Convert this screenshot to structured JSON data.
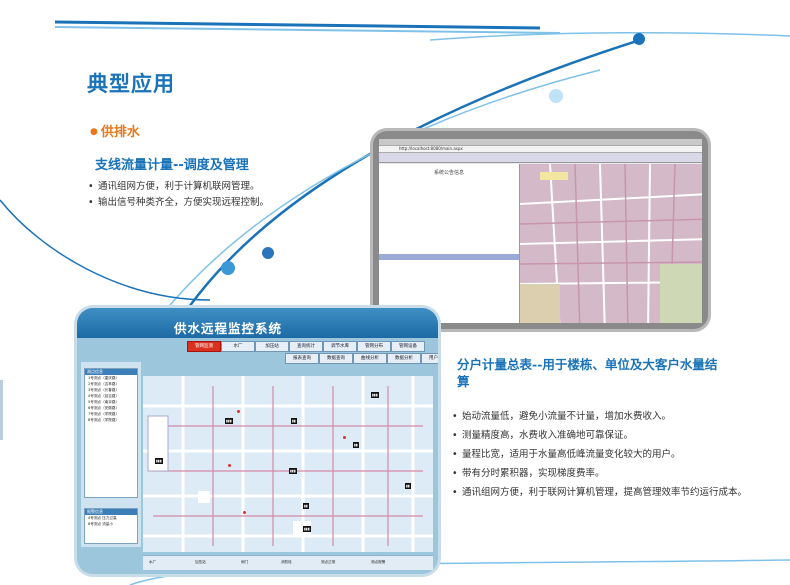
{
  "page": {
    "section_title": "典型应用",
    "category": "供排水",
    "sub1_title": "支线流量计量--调度及管理",
    "sub1_bullets": [
      "通讯组网方便，利于计算机联网管理。",
      "输出信号种类齐全，方便实现远程控制。"
    ],
    "sub2_title": "分户计量总表--用于楼栋、单位及大客户水量结算",
    "sub2_bullets": [
      "始动流量低，避免小流量不计量，增加水费收入。",
      "测量精度高，水费收入准确地可靠保证。",
      "量程比宽，适用于水量高低峰流量变化较大的用户。",
      "带有分时累积器，实现梯度费率。",
      "通讯组网方便，利于联网计算机管理，提高管理效率节约运行成本。"
    ]
  },
  "browser_screenshot": {
    "address": "http://localhost:8080/main.aspx",
    "panel_title": "系统公告信息"
  },
  "monitor": {
    "title": "供水远程监控系统",
    "tabs": [
      "管网监测",
      "水厂",
      "加压站",
      "查询统计",
      "调节水库",
      "管网分布",
      "管网设备"
    ],
    "sub_tabs": [
      "报表查询",
      "数据查询",
      "曲线分析",
      "数据分析",
      "用户查询"
    ],
    "side_header": "测点信息",
    "side_items": [
      "1号测点（重庆路）",
      "2号测点（吉林路）",
      "3号测点（长春路）",
      "4号测点（延吉路）",
      "5号测点（南京路）",
      "6号测点（安徽路）",
      "7号测点（学院路）",
      "8号测点（学院路）"
    ],
    "alarm_header": "报警信息",
    "alarm_items": [
      "4号测点  压力过高",
      "6号测点  流量小"
    ],
    "legend": [
      "水厂",
      "加压站",
      "阀门",
      "消防栓",
      "测点正常",
      "测点报警"
    ]
  },
  "colors": {
    "title_blue": "#1a73b8",
    "orange": "#e8781c",
    "alarm_red": "#d8321f"
  }
}
